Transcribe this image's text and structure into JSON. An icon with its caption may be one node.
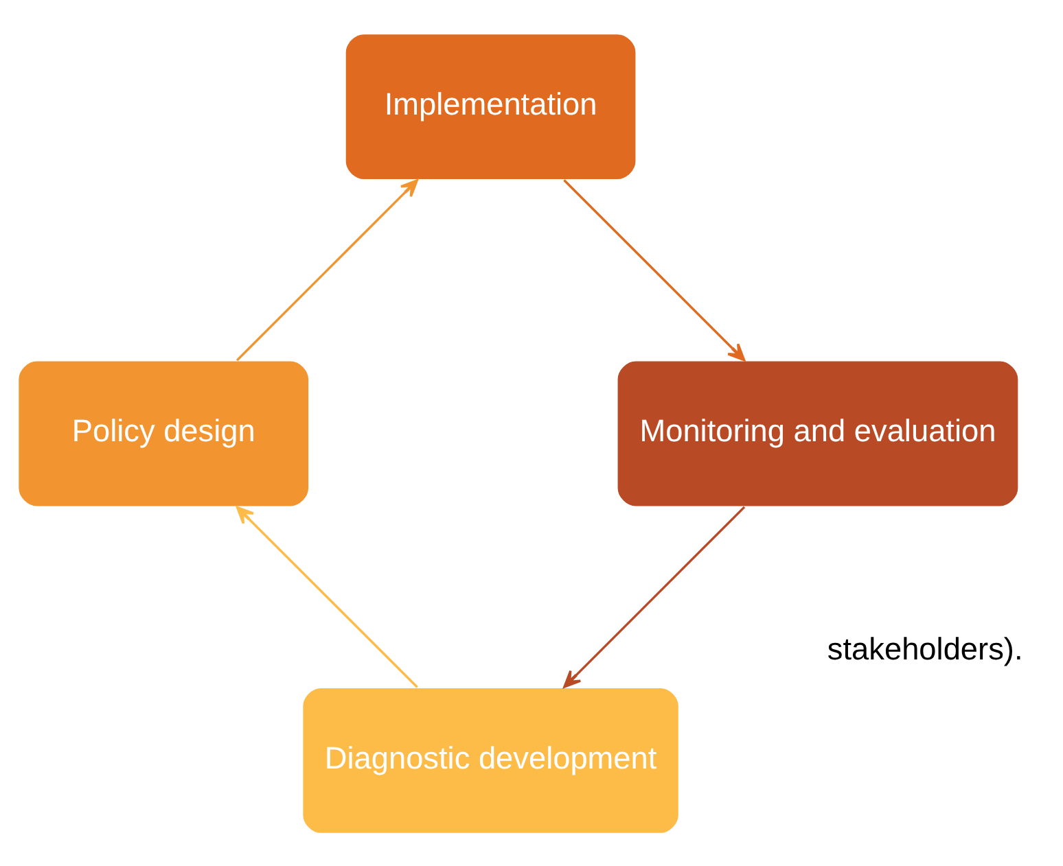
{
  "diagram": {
    "nodes": [
      {
        "text": [
          "Diagnostic development"
        ]
      },
      {
        "text": [
          "Policy design"
        ]
      },
      {
        "text": [
          "Implementation"
        ]
      },
      {
        "text": [
          "Monitoring and evaluation"
        ]
      }
    ],
    "edges": [
      {
        "from": 0,
        "to": 1,
        "arrow": "to",
        "color": "#fdbb47"
      },
      {
        "from": 1,
        "to": 2,
        "arrow": "to",
        "color": "#f29530"
      },
      {
        "from": 2,
        "to": 3,
        "arrow": "to",
        "color": "#e06a20"
      },
      {
        "from": 3,
        "to": 0,
        "arrow": "to",
        "color": "#b84a26"
      }
    ],
    "labels": [
      "stakeholders)."
    ]
  }
}
